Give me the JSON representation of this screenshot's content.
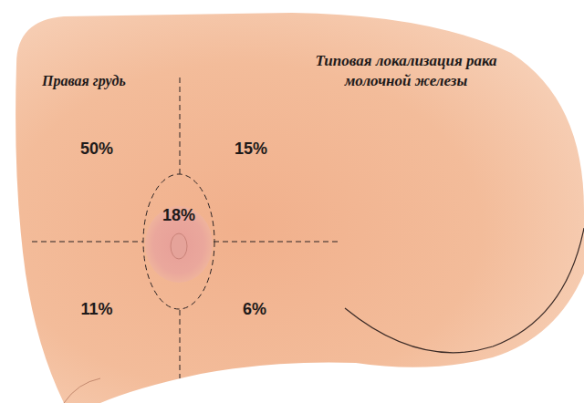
{
  "diagram": {
    "title": "Типовая локализация рака молочной железы",
    "nodes": [
      {
        "text": [
          "18%"
        ]
      }
    ],
    "labels": [
      "Правая грудь",
      "50%",
      "15%",
      "11%",
      "6%"
    ]
  }
}
